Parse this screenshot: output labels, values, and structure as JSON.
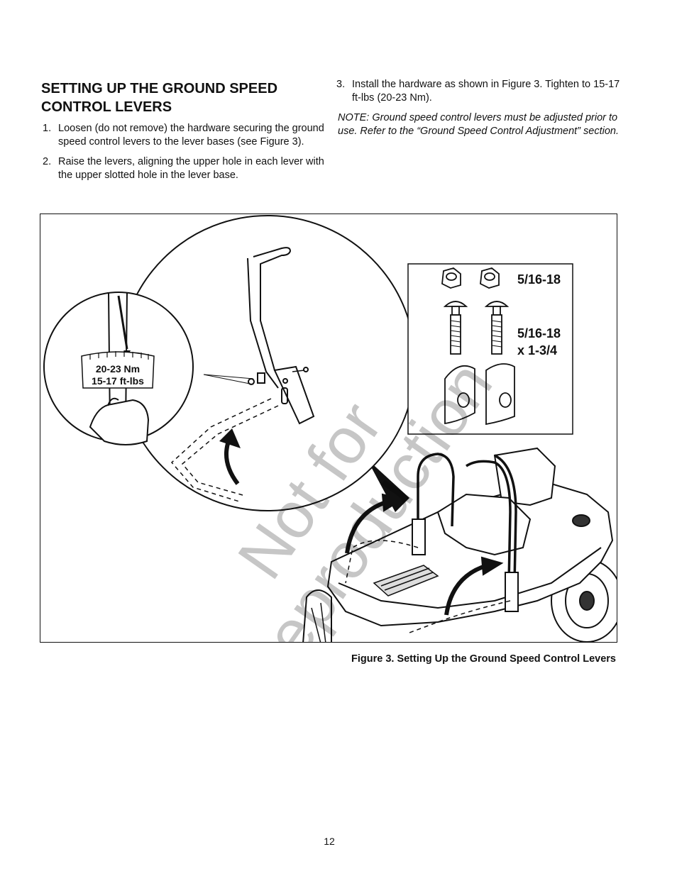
{
  "section": {
    "title": "SETTING UP THE GROUND SPEED CONTROL LEVERS"
  },
  "steps": [
    {
      "number": "1.",
      "text": "Loosen (do not remove) the hardware securing the ground speed control levers to the lever bases (see Figure 3)."
    },
    {
      "number": "2.",
      "text": "Raise the levers, aligning the upper hole in each lever with the upper slotted hole in the lever base."
    },
    {
      "number": "3.",
      "text": "Install the hardware as shown in Figure 3. Tighten to 15-17 ft-lbs (20-23 Nm)."
    }
  ],
  "note": "NOTE: Ground speed control levers must be adjusted prior to use. Refer to the “Ground Speed Control Adjustment” section.",
  "figure": {
    "torque_nm": "20-23 Nm",
    "torque_ftlbs": "15-17 ft-lbs",
    "nut_label": "5/16-18",
    "bolt_label_line1": "5/16-18",
    "bolt_label_line2": "x 1-3/4",
    "watermark_line1": "Not for",
    "watermark_line2": "Reproduction",
    "caption": "Figure 3.  Setting Up the Ground Speed Control Levers"
  },
  "page_number": "12"
}
